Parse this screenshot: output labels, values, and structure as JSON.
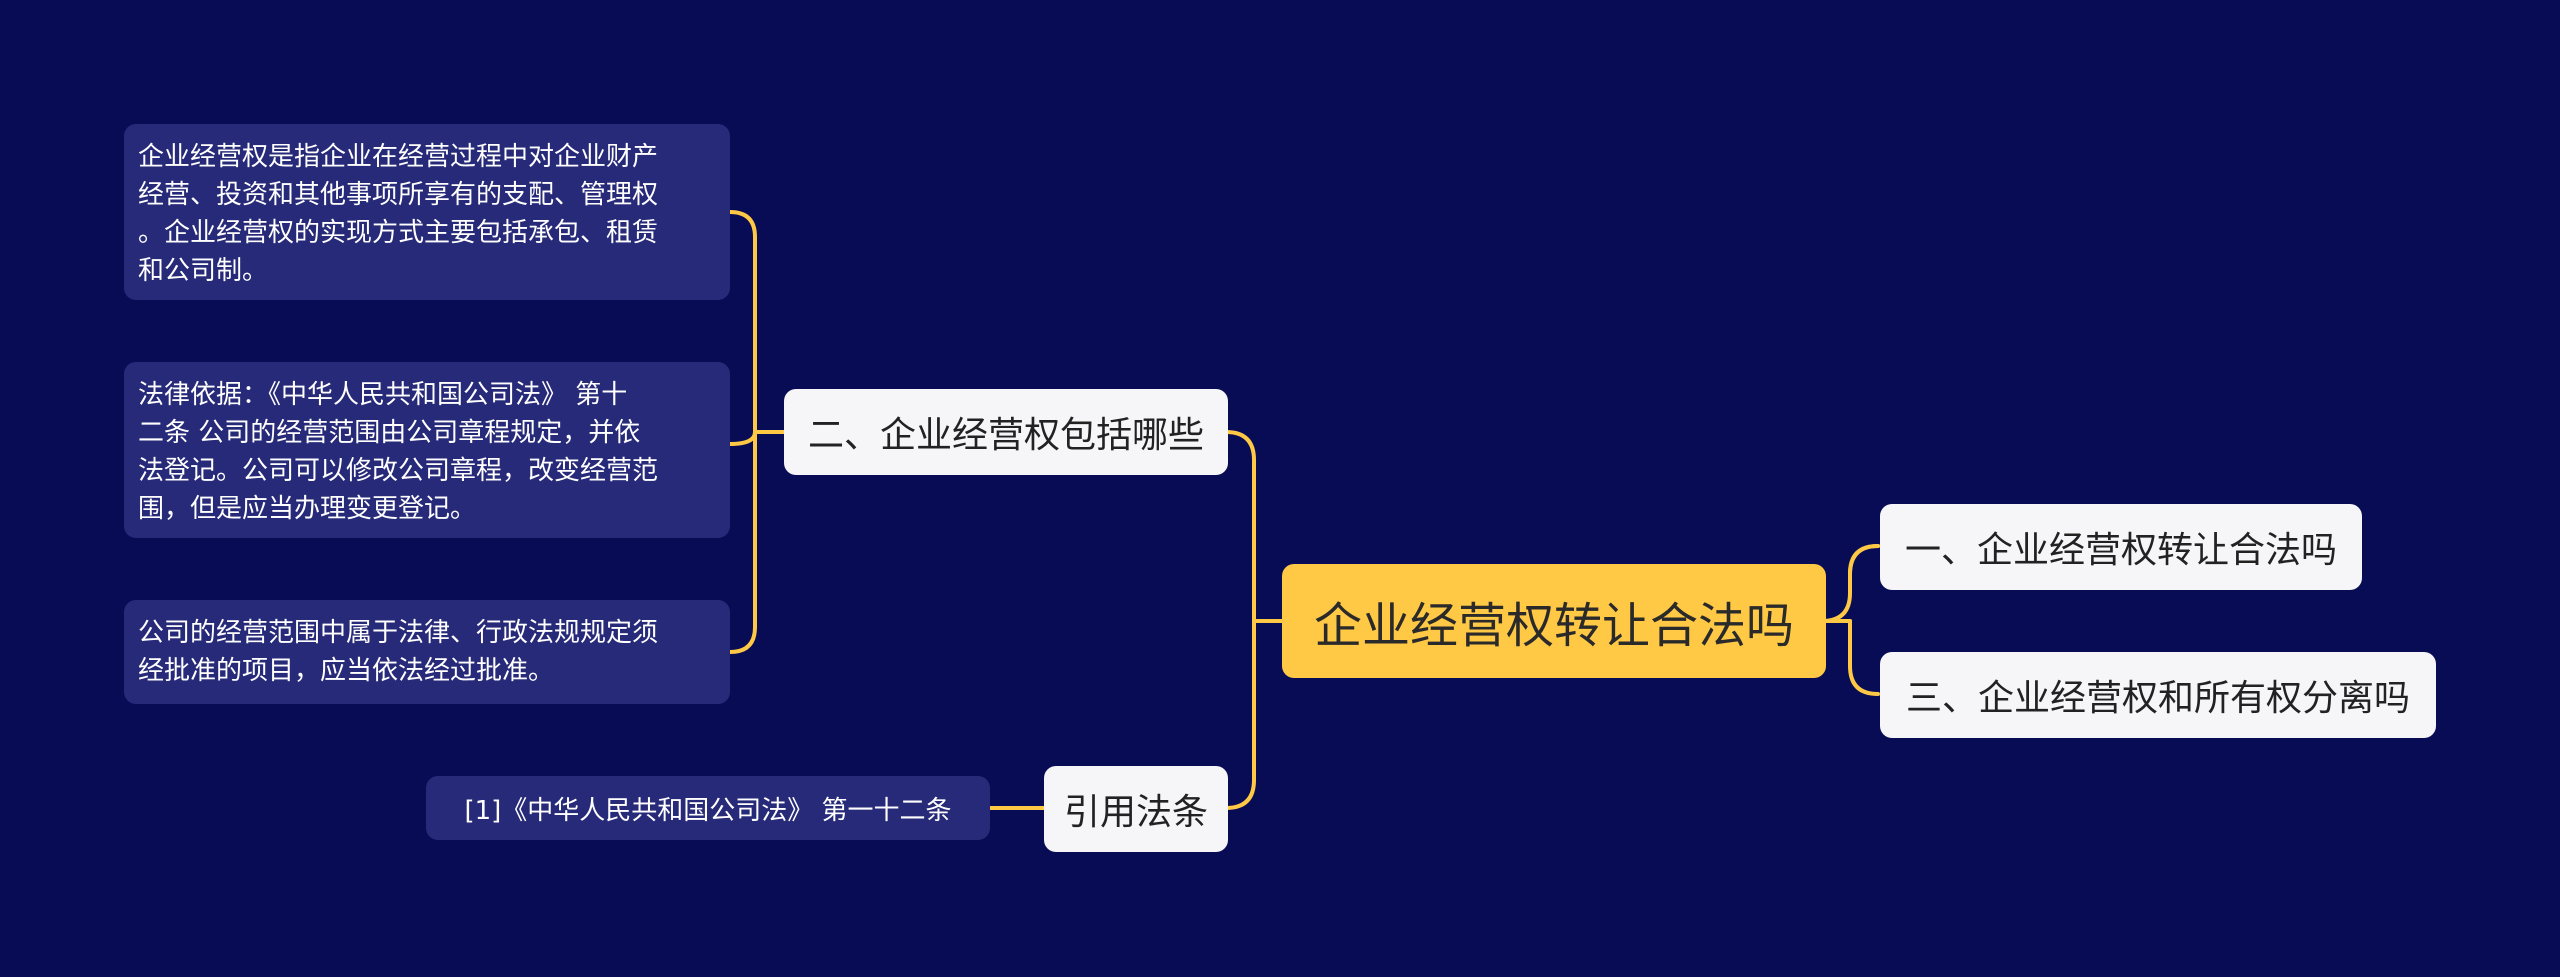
{
  "colors": {
    "background": "#070c55",
    "root_fill": "#ffc845",
    "branch_fill": "#f6f6f8",
    "leaf_fill": "#272a78",
    "connector": "#ffc845"
  },
  "root": {
    "label": "企业经营权转让合法吗"
  },
  "right_branches": [
    {
      "label": "一、企业经营权转让合法吗"
    },
    {
      "label": "三、企业经营权和所有权分离吗"
    }
  ],
  "left_branches": [
    {
      "label": "二、企业经营权包括哪些",
      "children": [
        {
          "lines": [
            "企业经营权是指企业在经营过程中对企业财产",
            "经营、投资和其他事项所享有的支配、管理权",
            "。企业经营权的实现方式主要包括承包、租赁",
            "和公司制。"
          ]
        },
        {
          "lines": [
            "法律依据：《中华人民共和国公司法》 第十",
            "二条 公司的经营范围由公司章程规定，并依",
            "法登记。公司可以修改公司章程，改变经营范",
            "围，但是应当办理变更登记。"
          ]
        },
        {
          "lines": [
            "公司的经营范围中属于法律、行政法规规定须",
            "经批准的项目，应当依法经过批准。"
          ]
        }
      ]
    },
    {
      "label": "引用法条",
      "children": [
        {
          "text": "[1]《中华人民共和国公司法》 第一十二条"
        }
      ]
    }
  ]
}
